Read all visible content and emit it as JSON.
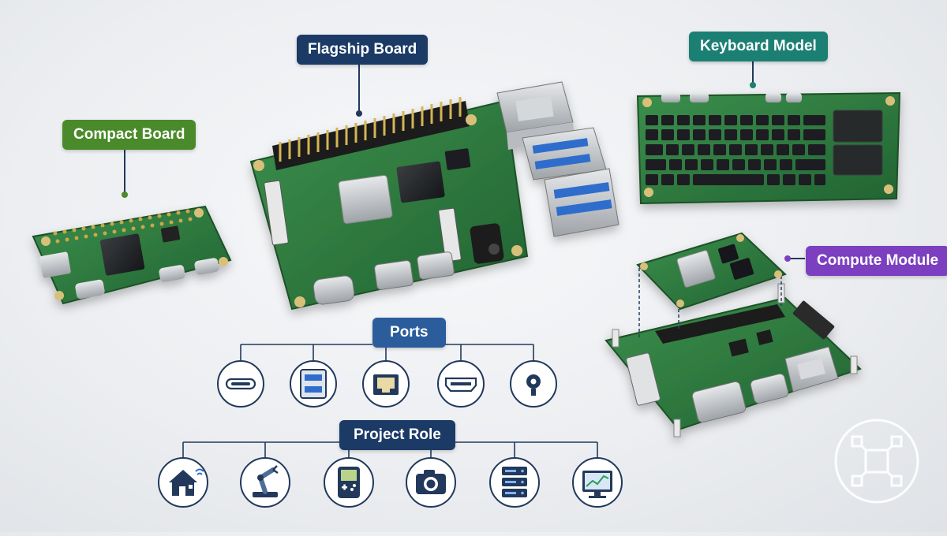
{
  "labels": {
    "compact": "Compact Board",
    "flagship": "Flagship Board",
    "keyboard": "Keyboard Model",
    "compute": "Compute Module",
    "ports": "Ports",
    "role": "Project Role"
  },
  "colors": {
    "compact": "#4a8a2a",
    "flagship": "#1b3a66",
    "keyboard": "#1c7f74",
    "compute": "#7b3fc0",
    "ports": "#2b5c9c",
    "role": "#1b3a66",
    "line": "#22395c",
    "pcb": "#2f7d3f",
    "pcb_dark": "#215d2c"
  },
  "ports_icons": [
    "usb-c-icon",
    "usb-a-icon",
    "ethernet-icon",
    "hdmi-icon",
    "audio-jack-icon"
  ],
  "role_icons": [
    "smart-home-icon",
    "robot-arm-icon",
    "handheld-console-icon",
    "camera-icon",
    "server-rack-icon",
    "monitor-chart-icon"
  ]
}
